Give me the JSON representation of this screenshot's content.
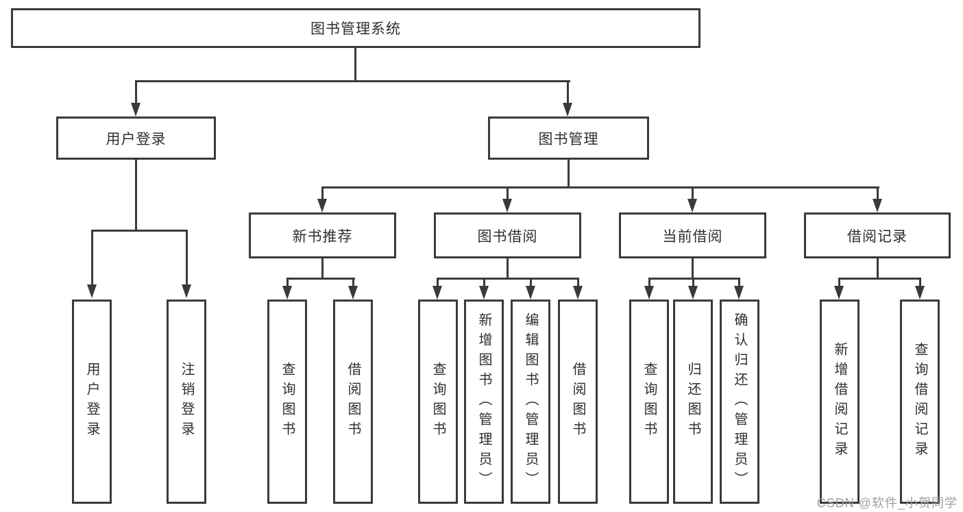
{
  "tree": {
    "root": "图书管理系统",
    "level2": [
      "用户登录",
      "图书管理"
    ],
    "level3": [
      "新书推荐",
      "图书借阅",
      "当前借阅",
      "借阅记录"
    ],
    "leaves_login": [
      "用户登录",
      "注销登录"
    ],
    "leaves_recommend": [
      "查询图书",
      "借阅图书"
    ],
    "leaves_borrow": [
      "查询图书",
      "新增图书（管理员）",
      "编辑图书（管理员）",
      "借阅图书"
    ],
    "leaves_current": [
      "查询图书",
      "归还图书",
      "确认归还（管理员）"
    ],
    "leaves_records": [
      "新增借阅记录",
      "查询借阅记录"
    ]
  },
  "watermark": "CSDN @软件_小贺同学",
  "colors": {
    "line": "#3a3a3a",
    "text": "#2f2f2f",
    "watermark": "#9e9e9e",
    "background": "#ffffff"
  }
}
